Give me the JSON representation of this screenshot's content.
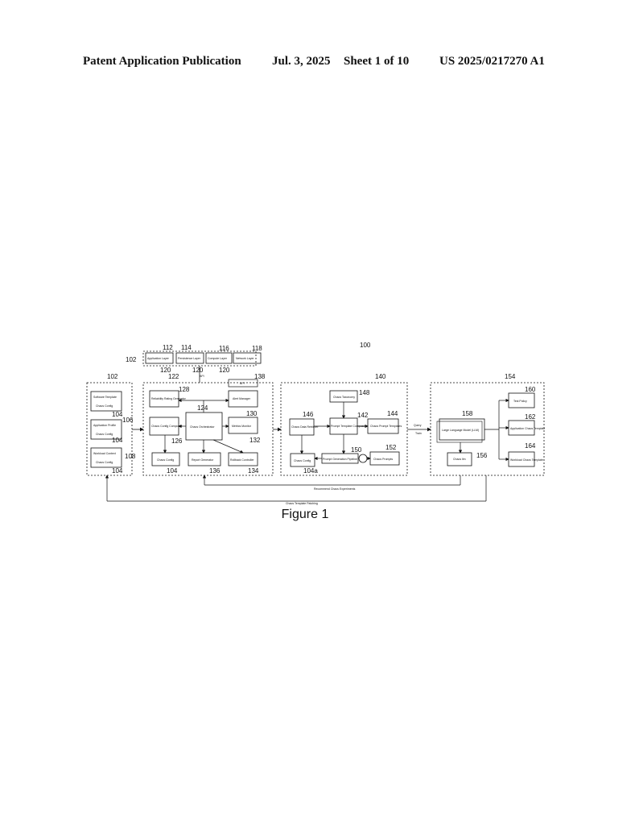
{
  "header": {
    "publication": "Patent Application Publication",
    "date": "Jul. 3, 2025",
    "sheet": "Sheet 1 of 10",
    "number": "US 2025/0217270 A1"
  },
  "figure": {
    "caption": "Figure 1",
    "system_ref": "100",
    "layers": {
      "ref": "102",
      "items": [
        {
          "ref": "112",
          "label": "Application Layer"
        },
        {
          "ref": "114",
          "label": "Persistence Layer"
        },
        {
          "ref": "116",
          "label": "Compute Layer"
        },
        {
          "ref": "118",
          "label": "Network Layer"
        }
      ],
      "links": [
        "120",
        "120",
        "120"
      ],
      "api_label": "API"
    },
    "left_panel": {
      "ref": "102",
      "groups": [
        {
          "title": "Software Template",
          "sub": "Chaos Config",
          "ref": "104"
        },
        {
          "title": "Application Profile",
          "sub": "Chaos Config",
          "ref": "104",
          "side_ref": "106"
        },
        {
          "title": "Workload Context",
          "sub": "Chaos Config",
          "ref": "104",
          "side_ref": "108"
        }
      ]
    },
    "engine": {
      "ref": "122",
      "api": {
        "ref": "138",
        "label": "API"
      },
      "blocks": [
        {
          "ref": "128",
          "label": "Reliability Rating Generator"
        },
        {
          "ref": "130",
          "label": "Alert Manager"
        },
        {
          "ref": "126",
          "label": "Chaos Config Composer"
        },
        {
          "ref": "124",
          "label": "Chaos Orchestrator"
        },
        {
          "ref": "132",
          "label": "Metrics Monitor"
        },
        {
          "ref": "104",
          "label": "Chaos Config"
        },
        {
          "ref": "136",
          "label": "Report Generator"
        },
        {
          "ref": "134",
          "label": "Rollback Controller"
        }
      ]
    },
    "prompt_module": {
      "ref": "140",
      "blocks": [
        {
          "ref": "148",
          "label": "Chaos Taxonomy"
        },
        {
          "ref": "146",
          "label": "Chaos Data Retriever"
        },
        {
          "ref": "142",
          "label": "Prompt Template Composer"
        },
        {
          "ref": "144",
          "label": "Chaos Prompt Templates"
        },
        {
          "ref": "150",
          "label": "Prompt Generation Pipeline"
        },
        {
          "ref": "152",
          "label": "Chaos Prompts"
        },
        {
          "ref": "104a",
          "label": "Chaos Config"
        }
      ],
      "io": [
        "Query",
        "Train"
      ]
    },
    "llm_module": {
      "ref": "154",
      "blocks": [
        {
          "ref": "158",
          "label": "Large Language Model (LLM)"
        },
        {
          "ref": "156",
          "label": "Chaos llm"
        },
        {
          "ref": "160",
          "label": "Test Policy"
        },
        {
          "ref": "162",
          "label": "Application Chaos Template"
        },
        {
          "ref": "164",
          "label": "Workload Chaos Template"
        }
      ]
    },
    "feedback": [
      {
        "label": "Recommend Chaos Experiments"
      },
      {
        "label": "Chaos Template Patching"
      }
    ]
  }
}
